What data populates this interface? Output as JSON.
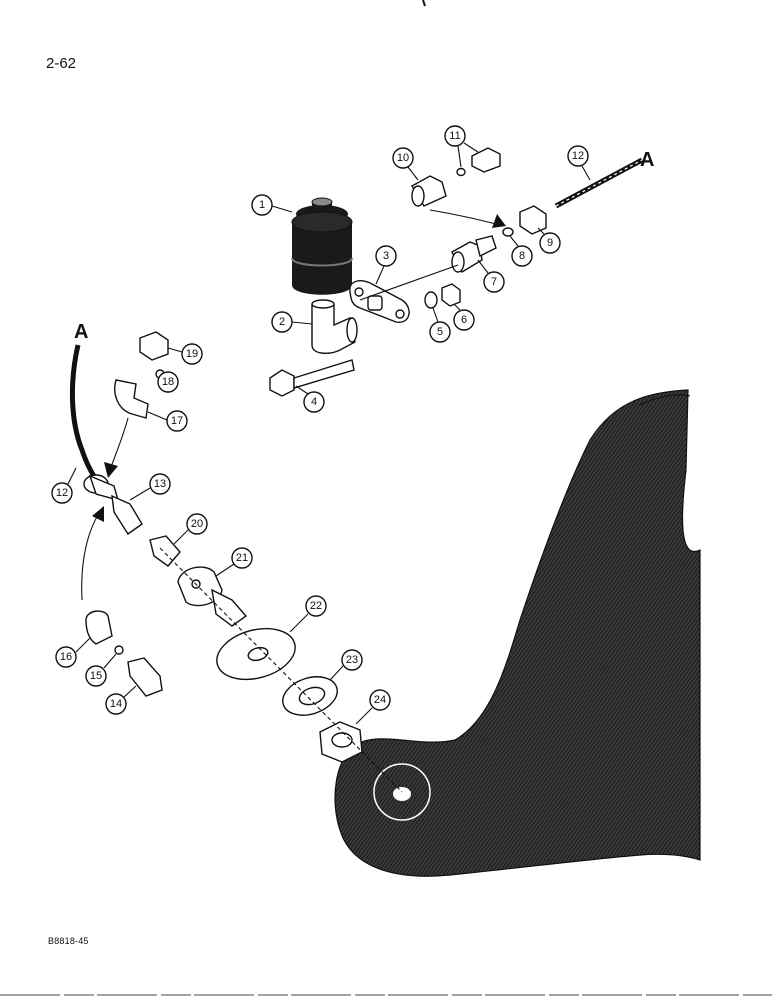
{
  "page": {
    "page_number": "2-62",
    "figure_code": "B8818-45"
  },
  "reference_letters": {
    "upper_right": "A",
    "left": "A"
  },
  "callouts": [
    "1",
    "2",
    "3",
    "4",
    "5",
    "6",
    "7",
    "8",
    "9",
    "10",
    "11",
    "12",
    "12",
    "13",
    "14",
    "15",
    "16",
    "17",
    "18",
    "19",
    "20",
    "21",
    "22",
    "23",
    "24"
  ]
}
